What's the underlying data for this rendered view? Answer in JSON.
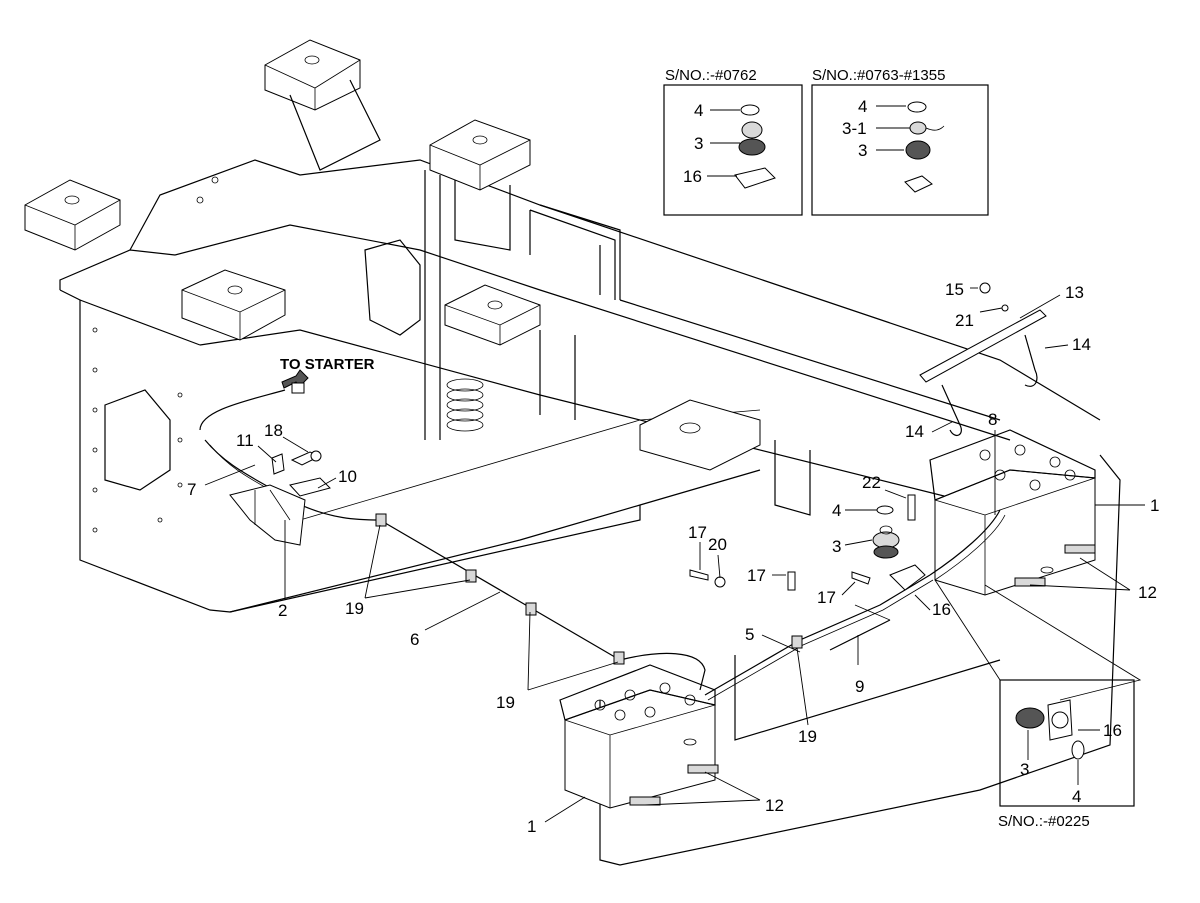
{
  "inset_top_left": {
    "title": "S/NO.:-#0762",
    "labels": [
      "4",
      "3",
      "16"
    ]
  },
  "inset_top_right": {
    "title": "S/NO.:#0763-#1355",
    "labels": [
      "4",
      "3-1",
      "3"
    ]
  },
  "inset_bottom_right": {
    "title": "S/NO.:-#0225",
    "labels": [
      "3",
      "16",
      "4"
    ]
  },
  "note": {
    "to_starter": "TO STARTER"
  },
  "callouts": {
    "c1_right": "1",
    "c1_left": "1",
    "c2": "2",
    "c3": "3",
    "c4": "4",
    "c5": "5",
    "c6": "6",
    "c7": "7",
    "c8": "8",
    "c9": "9",
    "c10": "10",
    "c11": "11",
    "c12_right": "12",
    "c12_bottom": "12",
    "c13": "13",
    "c14_right": "14",
    "c14_left": "14",
    "c15": "15",
    "c16_main": "16",
    "c17_a": "17",
    "c17_b": "17",
    "c17_c": "17",
    "c18": "18",
    "c19_a": "19",
    "c19_b": "19",
    "c19_c": "19",
    "c20": "20",
    "c21": "21",
    "c22": "22"
  }
}
